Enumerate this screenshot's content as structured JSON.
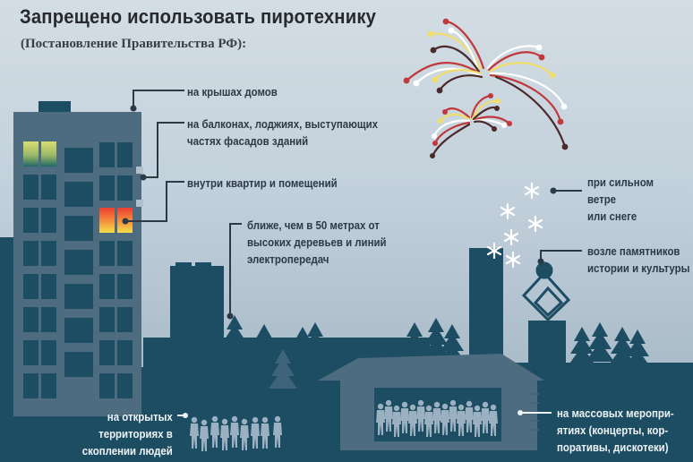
{
  "header": {
    "title": "Запрещено использовать пиротехнику",
    "subtitle": "(Постановление Правительства РФ):"
  },
  "prohibitions": [
    {
      "id": "roofs",
      "lines": [
        "на крышах домов"
      ]
    },
    {
      "id": "balconies",
      "lines": [
        "на балконах, лоджиях, выступающих",
        "частях фасадов зданий"
      ]
    },
    {
      "id": "indoors",
      "lines": [
        "внутри квартир и помещений"
      ]
    },
    {
      "id": "near-trees",
      "lines": [
        "ближе, чем в 50 метрах от",
        "высоких деревьев и линий",
        "электропередач"
      ]
    },
    {
      "id": "weather",
      "lines": [
        "при сильном",
        "ветре",
        "или снеге"
      ]
    },
    {
      "id": "monuments",
      "lines": [
        "возле памятников",
        "истории и культуры"
      ]
    },
    {
      "id": "open-crowds",
      "lines": [
        "на открытых",
        "территориях в",
        "скоплении людей"
      ]
    },
    {
      "id": "mass-events",
      "lines": [
        "на массовых меропри-",
        "ятиях (концерты, кор-",
        "поративы, дискотеки)"
      ]
    }
  ],
  "colors": {
    "sky_top": "#d3dde4",
    "sky_bottom": "#9fb2c1",
    "building": "#4d6c80",
    "window": "#1c4d63",
    "dark_silhouette": "#1c4d63",
    "mid_silhouette": "#3f6479",
    "crowd": "#9bb0c0",
    "leader_line": "#2b3a46",
    "firework_red": "#c0393b",
    "firework_yellow": "#f0dd6a",
    "firework_white": "#ffffff",
    "firework_dark": "#4a2a2a",
    "lit_window_green": "#d4d86a",
    "lit_window_fire": "#f04a32"
  }
}
